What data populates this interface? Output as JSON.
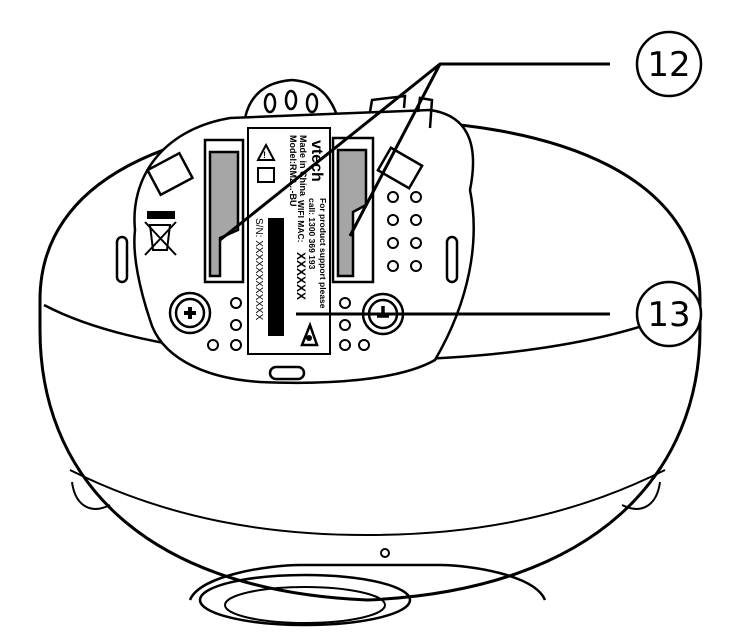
{
  "callouts": [
    {
      "number": "12"
    },
    {
      "number": "13"
    }
  ],
  "label": {
    "brand": "vtech",
    "made_in": "Made in China",
    "model": "Model:RM2...-BU",
    "support_line1": "For product support please",
    "support_line2": "call: 1300 369 193",
    "wifi_mac_prefix": "WIFI MAC:",
    "wifi_mac_value": "XXXXXX",
    "serial": "S/N: XXXXXXXXXXXX"
  },
  "colors": {
    "line": "#000000",
    "slot_fill": "#a6a6a6",
    "background": "#ffffff"
  }
}
